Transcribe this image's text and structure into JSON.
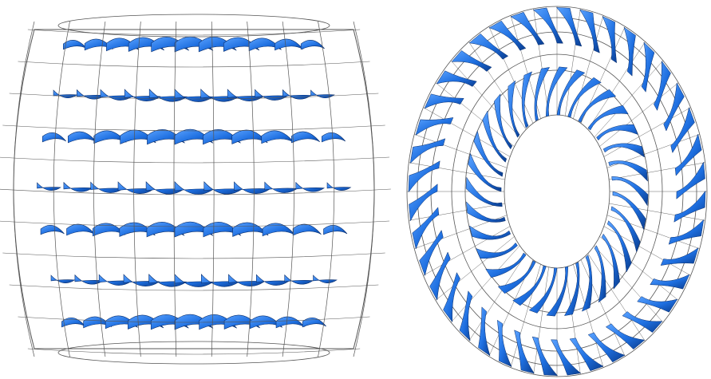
{
  "figure": {
    "views": [
      {
        "name": "side-view",
        "rows": 7,
        "blades_per_row": 11
      },
      {
        "name": "front-view",
        "rings": [
          {
            "blades": 40
          },
          {
            "blades": 32
          }
        ]
      }
    ]
  },
  "colors": {
    "background": "#ffffff",
    "blade_fill": "#1e6fe0",
    "blade_highlight": "#5aa2ff",
    "blade_shadow": "#0a3d8f",
    "wireframe": "#555555"
  }
}
